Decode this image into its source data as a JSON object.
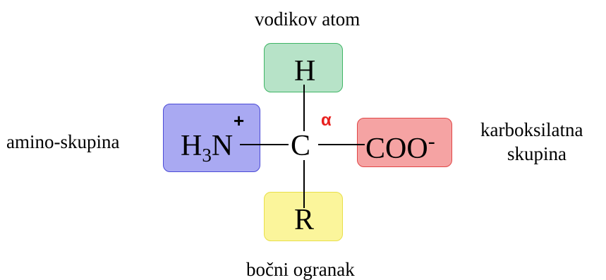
{
  "labels": {
    "top": "vodikov atom",
    "left": "amino-skupina",
    "right_line1": "karboksilatna",
    "right_line2": "skupina",
    "bottom": "bočni ogranak"
  },
  "groups": {
    "hydrogen": {
      "text": "H",
      "fill": "#b7e3c8",
      "border": "#3fb565"
    },
    "amino": {
      "h": "H",
      "sub": "3",
      "n": "N",
      "charge": "+",
      "fill": "#a9a9f2",
      "border": "#4a4ad6"
    },
    "carboxylate": {
      "text": "COO",
      "charge": "-",
      "fill": "#f5a3a3",
      "border": "#e04646"
    },
    "side_chain": {
      "text": "R",
      "fill": "#fbf59b",
      "border": "#e8df4a"
    }
  },
  "center": {
    "atom": "C",
    "marker": "α",
    "marker_color": "#e8201e"
  }
}
